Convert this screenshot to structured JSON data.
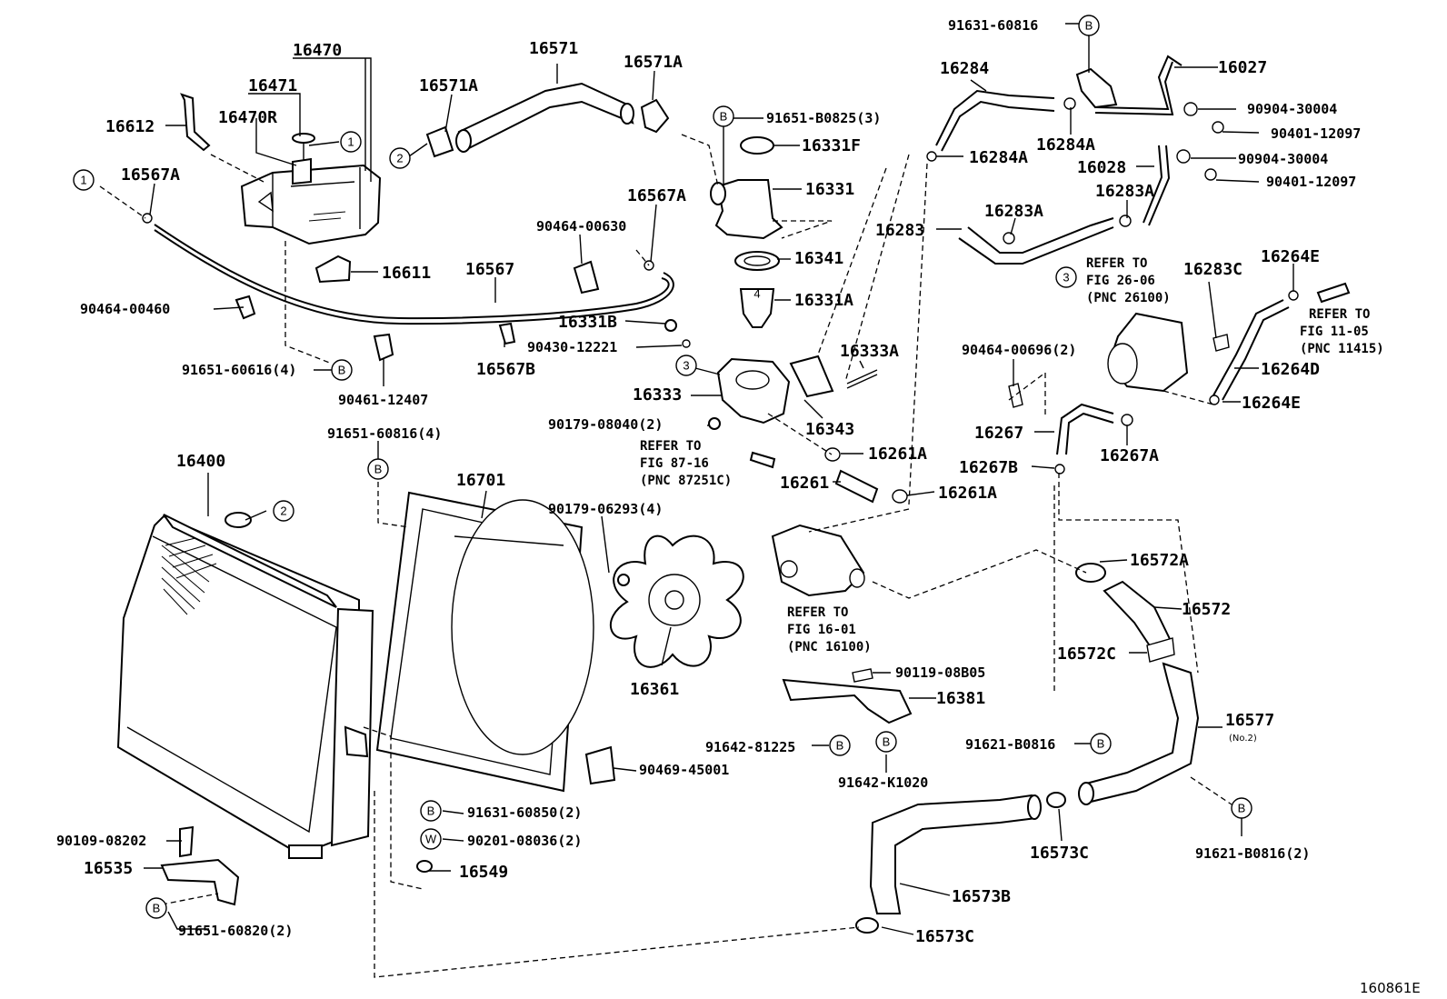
{
  "diagram_id": "160861E",
  "callouts": {
    "c1": "1",
    "c2": "2",
    "c3": "3",
    "c4": "4",
    "B": "B",
    "W": "W"
  },
  "part_labels": [
    {
      "id": "16470",
      "text": "16470"
    },
    {
      "id": "16471",
      "text": "16471"
    },
    {
      "id": "16470R",
      "text": "16470R"
    },
    {
      "id": "16612",
      "text": "16612"
    },
    {
      "id": "16567A_a",
      "text": "16567A"
    },
    {
      "id": "16611",
      "text": "16611"
    },
    {
      "id": "16567",
      "text": "16567"
    },
    {
      "id": "90464-00460",
      "text": "90464-00460"
    },
    {
      "id": "91651-60616",
      "text": "91651-60616(4)"
    },
    {
      "id": "90461-12407",
      "text": "90461-12407"
    },
    {
      "id": "16571",
      "text": "16571"
    },
    {
      "id": "16571A_a",
      "text": "16571A"
    },
    {
      "id": "16571A_b",
      "text": "16571A"
    },
    {
      "id": "91651-B0825",
      "text": "91651-B0825(3)"
    },
    {
      "id": "16331F",
      "text": "16331F"
    },
    {
      "id": "16331",
      "text": "16331"
    },
    {
      "id": "16567A_b",
      "text": "16567A"
    },
    {
      "id": "90464-00630",
      "text": "90464-00630"
    },
    {
      "id": "16341",
      "text": "16341"
    },
    {
      "id": "16331A",
      "text": "16331A"
    },
    {
      "id": "16331B",
      "text": "16331B"
    },
    {
      "id": "90430-12221",
      "text": "90430-12221"
    },
    {
      "id": "16567B",
      "text": "16567B"
    },
    {
      "id": "16333A",
      "text": "16333A"
    },
    {
      "id": "16333",
      "text": "16333"
    },
    {
      "id": "16343",
      "text": "16343"
    },
    {
      "id": "90179-08040",
      "text": "90179-08040(2)"
    },
    {
      "id": "16261A_a",
      "text": "16261A"
    },
    {
      "id": "16261",
      "text": "16261"
    },
    {
      "id": "16261A_b",
      "text": "16261A"
    },
    {
      "id": "91651-60816_4",
      "text": "91651-60816(4)"
    },
    {
      "id": "16400",
      "text": "16400"
    },
    {
      "id": "16701",
      "text": "16701"
    },
    {
      "id": "90179-06293",
      "text": "90179-06293(4)"
    },
    {
      "id": "16361",
      "text": "16361"
    },
    {
      "id": "90119-08B05",
      "text": "90119-08B05"
    },
    {
      "id": "16381",
      "text": "16381"
    },
    {
      "id": "91642-81225",
      "text": "91642-81225"
    },
    {
      "id": "91642-K1020",
      "text": "91642-K1020"
    },
    {
      "id": "90469-45001",
      "text": "90469-45001"
    },
    {
      "id": "91631-60850",
      "text": "91631-60850(2)"
    },
    {
      "id": "90201-08036",
      "text": "90201-08036(2)"
    },
    {
      "id": "16549",
      "text": "16549"
    },
    {
      "id": "90109-08202",
      "text": "90109-08202"
    },
    {
      "id": "16535",
      "text": "16535"
    },
    {
      "id": "91651-60820",
      "text": "91651-60820(2)"
    },
    {
      "id": "91631-60816",
      "text": "91631-60816"
    },
    {
      "id": "16284",
      "text": "16284"
    },
    {
      "id": "16027",
      "text": "16027"
    },
    {
      "id": "90904-30004_a",
      "text": "90904-30004"
    },
    {
      "id": "90401-12097_a",
      "text": "90401-12097"
    },
    {
      "id": "16284A_a",
      "text": "16284A"
    },
    {
      "id": "16284A_b",
      "text": "16284A"
    },
    {
      "id": "16028",
      "text": "16028"
    },
    {
      "id": "90904-30004_b",
      "text": "90904-30004"
    },
    {
      "id": "90401-12097_b",
      "text": "90401-12097"
    },
    {
      "id": "16283A_a",
      "text": "16283A"
    },
    {
      "id": "16283A_b",
      "text": "16283A"
    },
    {
      "id": "16283",
      "text": "16283"
    },
    {
      "id": "16283C",
      "text": "16283C"
    },
    {
      "id": "16264E_a",
      "text": "16264E"
    },
    {
      "id": "16264D",
      "text": "16264D"
    },
    {
      "id": "16264E_b",
      "text": "16264E"
    },
    {
      "id": "90464-00696",
      "text": "90464-00696(2)"
    },
    {
      "id": "16267",
      "text": "16267"
    },
    {
      "id": "16267B",
      "text": "16267B"
    },
    {
      "id": "16267A",
      "text": "16267A"
    },
    {
      "id": "16572A",
      "text": "16572A"
    },
    {
      "id": "16572",
      "text": "16572"
    },
    {
      "id": "16572C",
      "text": "16572C"
    },
    {
      "id": "16577",
      "text": "16577"
    },
    {
      "id": "91621-B0816_a",
      "text": "91621-B0816"
    },
    {
      "id": "91621-B0816_b",
      "text": "91621-B0816(2)"
    },
    {
      "id": "16573C_a",
      "text": "16573C"
    },
    {
      "id": "16573B",
      "text": "16573B"
    },
    {
      "id": "16573C_b",
      "text": "16573C"
    }
  ],
  "sub_labels": {
    "no2": "(No.2)"
  },
  "references": {
    "fig_87_16": [
      "REFER TO",
      "FIG 87-16",
      "(PNC 87251C)"
    ],
    "fig_16_01": [
      "REFER TO",
      "FIG 16-01",
      "(PNC 16100)"
    ],
    "fig_26_06": [
      "REFER TO",
      "FIG 26-06",
      "(PNC 26100)"
    ],
    "fig_11_05": [
      "REFER TO",
      "FIG 11-05",
      "(PNC 11415)"
    ]
  }
}
